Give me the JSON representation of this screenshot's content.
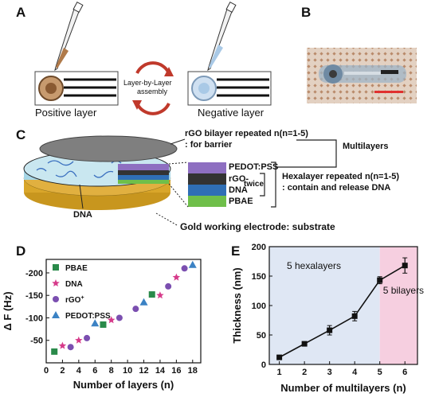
{
  "panels": {
    "a": "A",
    "b": "B",
    "c": "C",
    "d": "D",
    "e": "E"
  },
  "panelA": {
    "positive_label": "Positive layer",
    "negative_label": "Negative layer",
    "cycle_line1": "Layer-by-Layer",
    "cycle_line2": "assembly",
    "positive_color": "#b07a4a",
    "negative_color": "#a9c9e6"
  },
  "panelC": {
    "barrier_line1": "rGO bilayer repeated n(n=1-5)",
    "barrier_line2": ": for barrier",
    "multilayers": "Multilayers",
    "hexa_line1": "Hexalayer repeated n(n=1-5)",
    "hexa_line2": ": contain and release DNA",
    "twice": "twice",
    "dna_label": "DNA",
    "electrode_label": "Gold working electrode: substrate",
    "layers": [
      {
        "name": "PEDOT:PSS",
        "color": "#8e6fc1"
      },
      {
        "name": "rGO-",
        "color": "#333333"
      },
      {
        "name": "DNA",
        "color": "#2f6fb5"
      },
      {
        "name": "PBAE",
        "color": "#6fbf4a"
      }
    ]
  },
  "chart_data": [
    {
      "type": "scatter",
      "xlabel": "Number of layers (n)",
      "ylabel": "Δ F (Hz)",
      "ylim": [
        0,
        -230
      ],
      "xlim": [
        0,
        19
      ],
      "xticks": [
        0,
        2,
        4,
        6,
        8,
        10,
        12,
        14,
        16,
        18
      ],
      "yticks": [
        -200,
        -150,
        -100,
        -50
      ],
      "series": [
        {
          "name": "PBAE",
          "marker": "square",
          "color": "#2a8a4a",
          "x": [
            1,
            7,
            13
          ],
          "y": [
            -25,
            -85,
            -152
          ]
        },
        {
          "name": "DNA",
          "marker": "star",
          "color": "#d63a8a",
          "x": [
            2,
            4,
            8,
            14,
            16
          ],
          "y": [
            -38,
            -50,
            -95,
            -150,
            -190
          ]
        },
        {
          "name": "rGO+",
          "marker": "circle",
          "color": "#7b4fb0",
          "x": [
            3,
            5,
            9,
            11,
            15,
            17
          ],
          "y": [
            -35,
            -55,
            -100,
            -120,
            -170,
            -210
          ]
        },
        {
          "name": "PEDOT:PSS",
          "marker": "triangle",
          "color": "#3b82c4",
          "x": [
            6,
            12,
            18
          ],
          "y": [
            -88,
            -135,
            -218
          ]
        }
      ]
    },
    {
      "type": "line",
      "xlabel": "Number of multilayers (n)",
      "ylabel": "Thickness (nm)",
      "xlim": [
        0.6,
        6.5
      ],
      "ylim": [
        0,
        200
      ],
      "xticks": [
        1,
        2,
        3,
        4,
        5,
        6
      ],
      "yticks": [
        0,
        50,
        100,
        150,
        200
      ],
      "x": [
        1,
        2,
        3,
        4,
        5,
        6
      ],
      "y": [
        12,
        35,
        58,
        82,
        143,
        168
      ],
      "yerr": [
        3,
        3,
        8,
        8,
        6,
        13
      ],
      "region1_label": "5 hexalayers",
      "region2_label": "5 bilayers",
      "region1_color": "#dfe7f4",
      "region2_color": "#f6cfe0"
    }
  ]
}
